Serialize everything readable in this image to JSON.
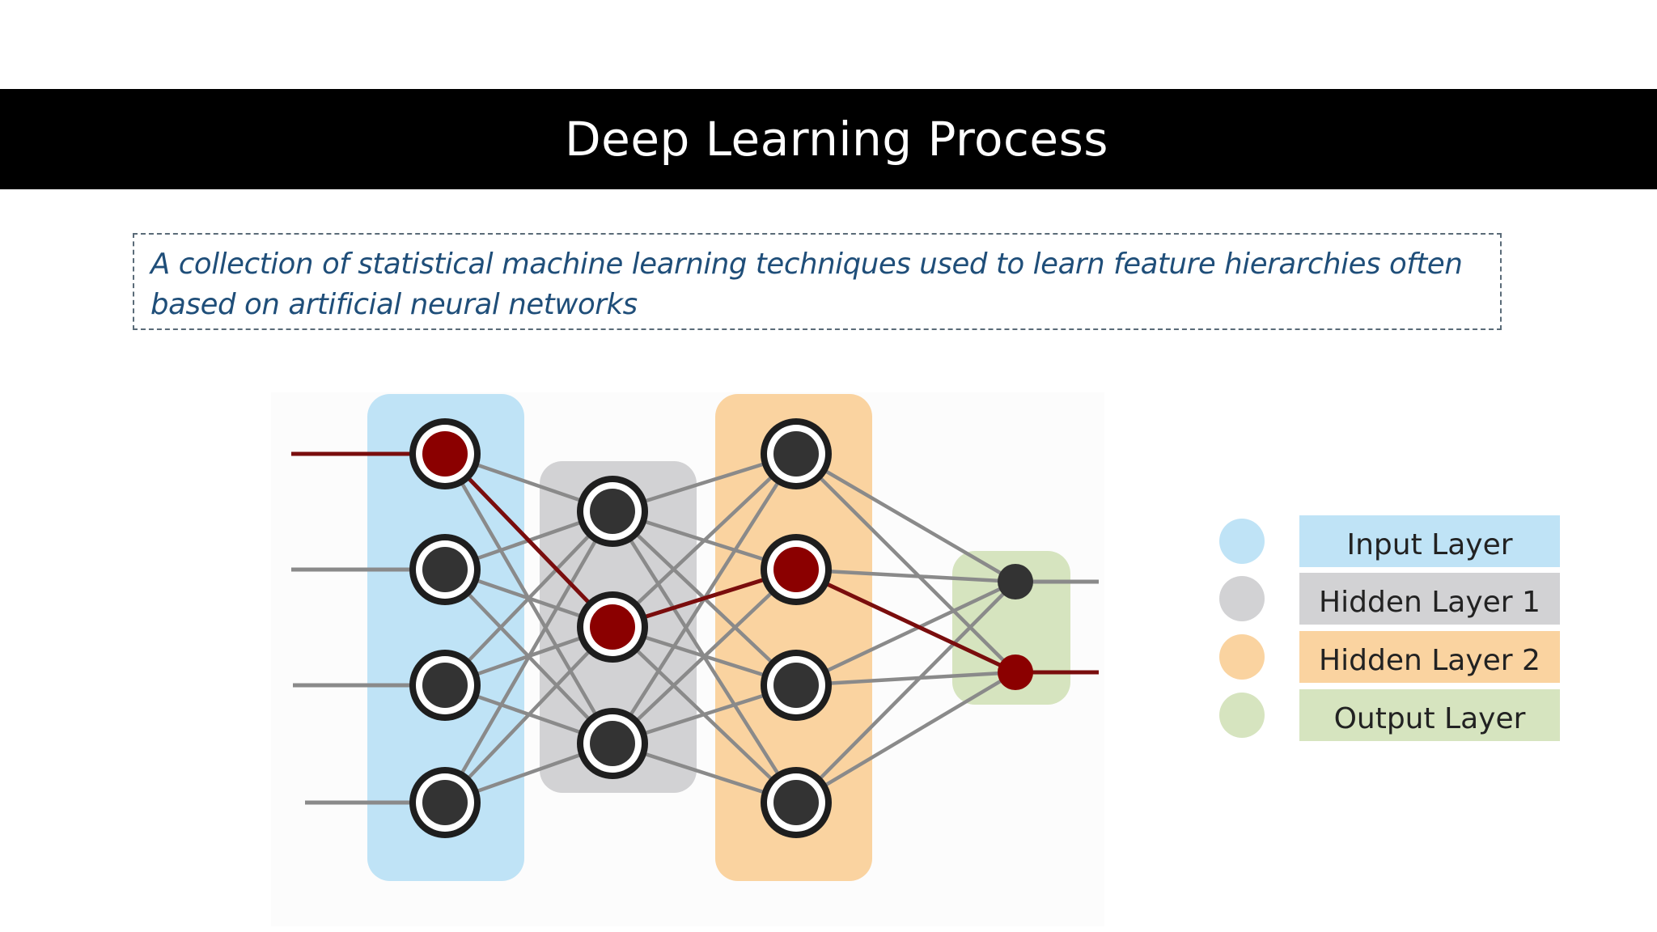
{
  "slide": {
    "title": "Deep Learning Process",
    "definition": "A collection of statistical machine learning techniques used to learn feature hierarchies often based on artificial neural networks"
  },
  "colors": {
    "input_layer": "#bfe3f6",
    "hidden_layer_1": "#d2d2d4",
    "hidden_layer_2": "#fad3a0",
    "output_layer": "#d6e4bf",
    "active_node": "#8b0000",
    "inactive_node": "#333333",
    "connection": "#8a8a8a",
    "active_connection": "#7a0d0d"
  },
  "network": {
    "layers": [
      {
        "id": "input",
        "node_count": 4,
        "active_nodes": [
          0
        ]
      },
      {
        "id": "hidden1",
        "node_count": 3,
        "active_nodes": [
          1
        ]
      },
      {
        "id": "hidden2",
        "node_count": 4,
        "active_nodes": [
          1
        ]
      },
      {
        "id": "output",
        "node_count": 2,
        "active_nodes": [
          1
        ]
      }
    ],
    "active_path": [
      0,
      1,
      1,
      1
    ]
  },
  "legend": [
    {
      "label": "Input Layer",
      "color_key": "input_layer"
    },
    {
      "label": "Hidden Layer 1",
      "color_key": "hidden_layer_1"
    },
    {
      "label": "Hidden Layer 2",
      "color_key": "hidden_layer_2"
    },
    {
      "label": "Output Layer",
      "color_key": "output_layer"
    }
  ]
}
